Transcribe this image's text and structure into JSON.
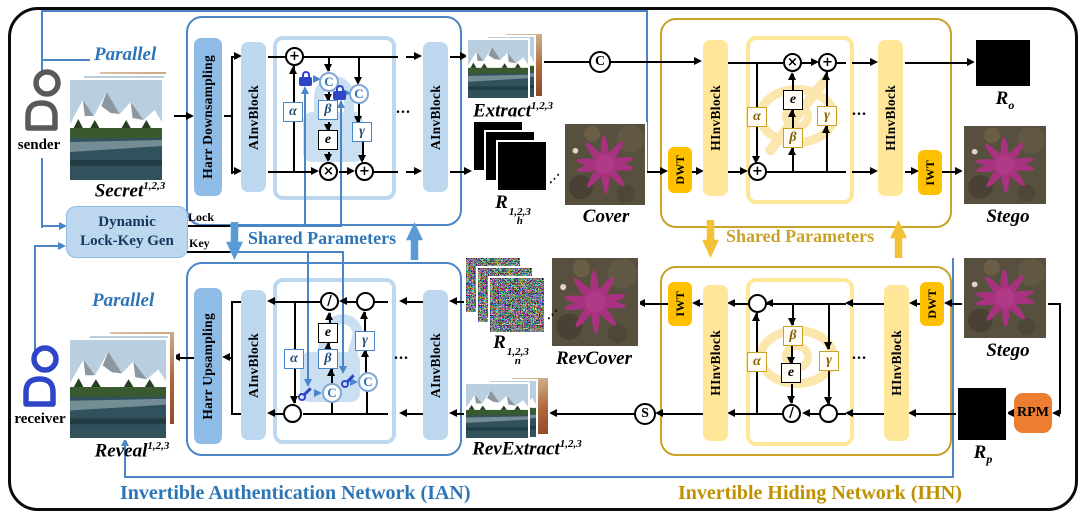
{
  "people": {
    "sender": "sender",
    "receiver": "receiver"
  },
  "annotations": {
    "parallel": "Parallel",
    "lock": "Lock",
    "key": "Key",
    "shared_parameters": "Shared Parameters",
    "dots": "...",
    "stack_dots": "⋰"
  },
  "generator": {
    "line1": "Dynamic",
    "line2": "Lock-Key Gen"
  },
  "ian": {
    "harr_down": "Harr Downsampling",
    "harr_up": "Harr Upsampling",
    "ainvblock": "AInvBlock",
    "caption": "Invertible Authentication Network (IAN)"
  },
  "ihn": {
    "hinvblock": "HInvBlock",
    "dwt": "DWT",
    "iwt": "IWT",
    "rpm": "RPM",
    "caption": "Invertible Hiding Network (IHN)"
  },
  "ops": {
    "plus": "+",
    "times": "×",
    "divide": "/",
    "concat": "C",
    "split": "S",
    "alpha": "α",
    "beta": "β",
    "gamma": "γ",
    "exp": "e"
  },
  "images": {
    "secret": {
      "base": "Secret",
      "sup": "1,2,3"
    },
    "extract": {
      "base": "Extract",
      "sup": "1,2,3"
    },
    "rh": {
      "base": "R",
      "sub": "h",
      "sup": "1,2,3"
    },
    "cover": {
      "base": "Cover"
    },
    "ro": {
      "base": "R",
      "sub": "o"
    },
    "stego_out": {
      "base": "Stego"
    },
    "rn": {
      "base": "R",
      "sub": "n",
      "sup": "1,2,3"
    },
    "revcover": {
      "base": "RevCover"
    },
    "revextract": {
      "base": "RevExtract",
      "sup": "1,2,3"
    },
    "reveal": {
      "base": "Reveal",
      "sup": "1,2,3"
    },
    "stego_in": {
      "base": "Stego"
    },
    "rp": {
      "base": "R",
      "sub": "p"
    }
  },
  "colors": {
    "ian_accent": "#2E75B6",
    "ihn_accent": "#BF9000",
    "line_blue": "#4A86C6",
    "fill_light_blue": "#BDD7EE",
    "fill_harr": "#8FBCE6",
    "fill_light_yellow": "#FFE699",
    "fill_dwt": "#FFC000",
    "rpm_orange": "#ED7D31",
    "lock_blue": "#2E45C8"
  }
}
